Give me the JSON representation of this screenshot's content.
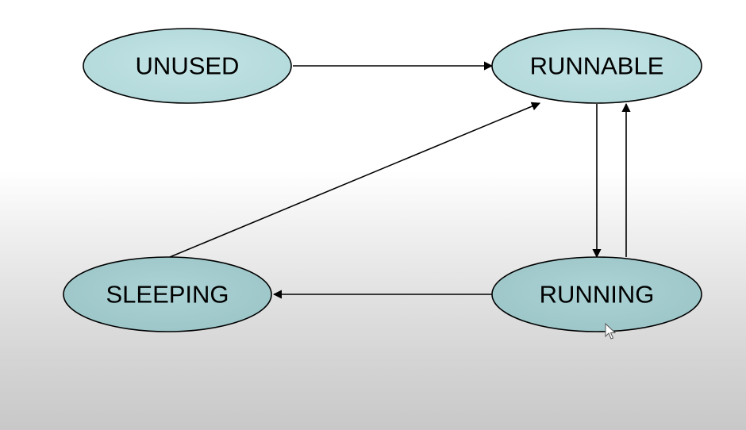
{
  "colors": {
    "node_fill_light": "#bde0e2",
    "node_fill_dark": "#a7cfd1",
    "node_stroke": "#000000",
    "arrow": "#000000"
  },
  "states": {
    "unused": "UNUSED",
    "runnable": "RUNNABLE",
    "running": "RUNNING",
    "sleeping": "SLEEPING"
  },
  "transitions": [
    {
      "from": "UNUSED",
      "to": "RUNNABLE"
    },
    {
      "from": "RUNNABLE",
      "to": "RUNNING"
    },
    {
      "from": "RUNNING",
      "to": "RUNNABLE"
    },
    {
      "from": "RUNNING",
      "to": "SLEEPING"
    },
    {
      "from": "SLEEPING",
      "to": "RUNNABLE"
    }
  ],
  "cursor_icon": "arrow-pointer"
}
